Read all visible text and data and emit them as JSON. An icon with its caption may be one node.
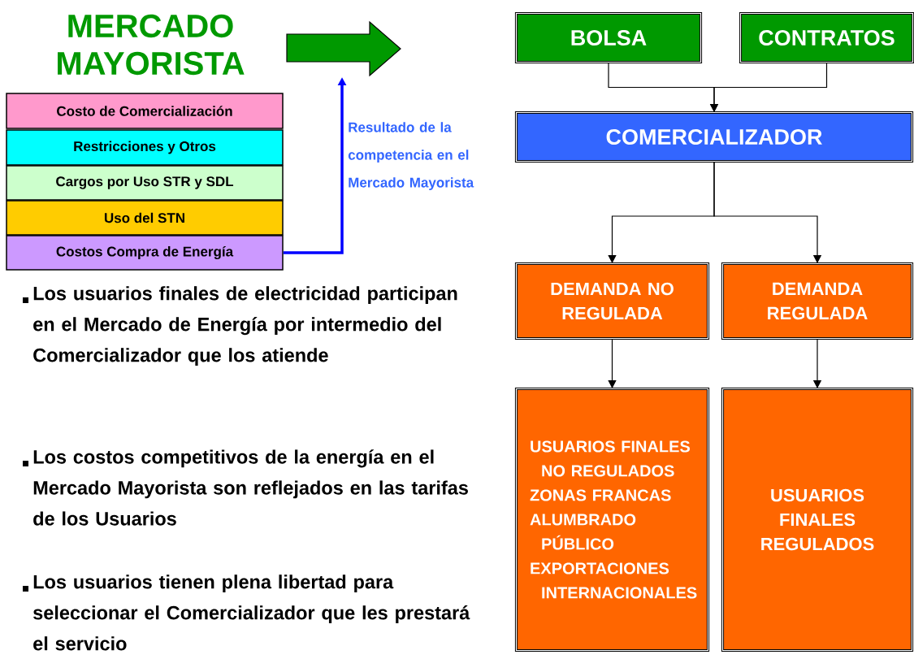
{
  "diagram": {
    "title": "MERCADO MAYORISTA",
    "nodes": [
      {
        "text": [
          "Costo de Comercialización"
        ]
      },
      {
        "text": [
          "Restricciones y Otros"
        ]
      },
      {
        "text": [
          "Cargos por Uso STR y SDL"
        ]
      },
      {
        "text": [
          "Uso del STN"
        ]
      },
      {
        "text": [
          "Costos Compra de Energía"
        ]
      },
      {
        "text": [
          "BOLSA"
        ]
      },
      {
        "text": [
          "CONTRATOS"
        ]
      },
      {
        "text": [
          "COMERCIALIZADOR"
        ]
      },
      {
        "text": [
          "DEMANDA NO REGULADA"
        ]
      },
      {
        "text": [
          "DEMANDA REGULADA"
        ]
      },
      {
        "text": [
          "USUARIOS FINALES NO REGULADOS",
          "ZONAS FRANCAS",
          "ALUMBRADO PÚBLICO",
          "EXPORTACIONES INTERNACIONALES"
        ]
      },
      {
        "text": [
          "USUARIOS FINALES REGULADOS"
        ]
      }
    ],
    "edges": [
      {
        "from": 4,
        "to": null,
        "arrow": "to",
        "label": "Resultado de la competencia en el Mercado Mayorista",
        "style": "thick",
        "color": "#0000ff"
      },
      {
        "from": 5,
        "to": 7,
        "arrow": "to"
      },
      {
        "from": 6,
        "to": 7,
        "arrow": "to"
      },
      {
        "from": 7,
        "to": 8,
        "arrow": "to"
      },
      {
        "from": 7,
        "to": 9,
        "arrow": "to"
      },
      {
        "from": 8,
        "to": 10,
        "arrow": "to"
      },
      {
        "from": 9,
        "to": 11,
        "arrow": "to"
      }
    ],
    "labels": [
      "Los usuarios finales de electricidad participan en el Mercado de Energía por intermedio del Comercializador que los atiende",
      "Los costos competitivos de la energía en el Mercado Mayorista son reflejados en las tarifas de los Usuarios",
      "Los usuarios tienen plena libertad para seleccionar el Comercializador que les prestará el servicio"
    ]
  }
}
